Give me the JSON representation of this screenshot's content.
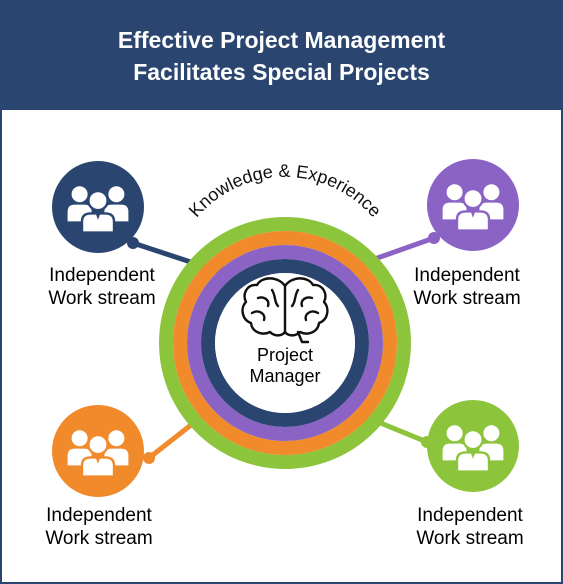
{
  "header": {
    "title_line1": "Effective Project Management",
    "title_line2": "Facilitates Special Projects"
  },
  "center": {
    "ring_text": "Knowledge & Experience",
    "label_line1": "Project",
    "label_line2": "Manager",
    "icon": "brain-icon"
  },
  "workstreams": [
    {
      "line1": "Independent",
      "line2": "Work stream",
      "color": "#2a4570",
      "icon": "team-icon"
    },
    {
      "line1": "Independent",
      "line2": "Work stream",
      "color": "#8a63c4",
      "icon": "team-icon"
    },
    {
      "line1": "Independent",
      "line2": "Work stream",
      "color": "#f18a2a",
      "icon": "team-icon"
    },
    {
      "line1": "Independent",
      "line2": "Work stream",
      "color": "#8cc43c",
      "icon": "team-icon"
    }
  ],
  "colors": {
    "header_bg": "#2a4570",
    "ring_green": "#8cc43c",
    "ring_orange": "#f18a2a",
    "ring_purple": "#8a63c4",
    "ring_navy": "#2a4570"
  }
}
